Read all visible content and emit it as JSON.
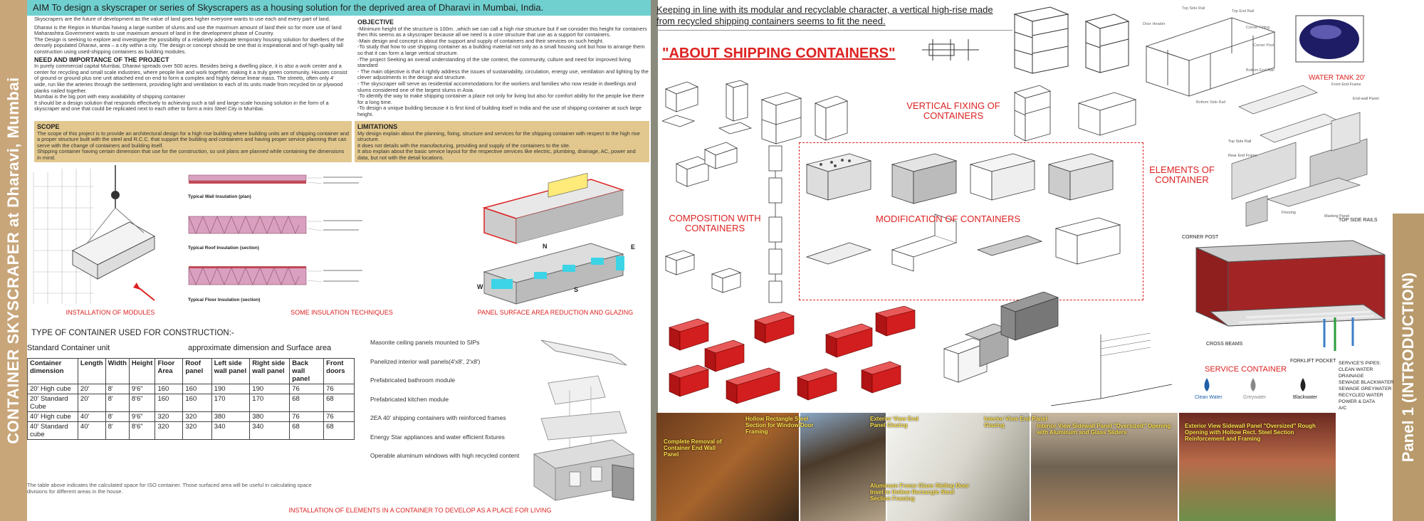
{
  "side": {
    "left_title": "CONTAINER SKYSCRAPER at Dharavi, Mumbai",
    "right_title": "Panel 1 (INTRODUCTION)"
  },
  "aim": "AIM  To design a skyscraper or series of Skyscrapers as a housing solution for the deprived area of Dharavi in Mumbai, India.",
  "intro": {
    "p1": "Skyscrapers are the future of development as the value of land goes higher everyone wants to use each and every part of land.",
    "p2": "Dharavi is the Region in Mumbai having a large number of slums and use the maximum amount of land their so for more use of land Maharashtra Government wants to use maximum amount of land in the development phase of Country.",
    "p3": "The Design is seeking to explore and investigate the possibility of a relatively adequate temporary housing solution for dwellers of the densely populated Dharavi, area – a city within a city.  The design or concept should be one that is inspirational and of high quality tall construction using used-shipping containers as building modules.",
    "need_title": "NEED AND IMPORTANCE OF THE PROJECT",
    "need": "In purely commercial capital Mumbai, Dharavi spreads over 500 acres. Besides being a dwelling place, it is also a work center and a center for recycling and small scale industries, where people live and work together, making it a truly green community. Houses consist of ground or ground plus one unit attached end on end to form a complex and highly dense linear mass. The streets, often only 4' wide, run like the arteries through the settlement, providing light and ventilation to each of its units made from recycled tin or plywood planks nailed together.",
    "need2": "Mumbai is the big port with easy availability of shipping container",
    "need3": "It should be a design solution that responds effectively to achieving such a tall and large-scale housing solution in the form of a skyscraper and one that could be replicated next to each other to form a mini Steel City in Mumbai."
  },
  "objective": {
    "title": "OBJECTIVE",
    "items": [
      "-Minimum height of the structure is 100m. ,which we can call a high rise structure but if we consider this height for containers then this seems as a skyscraper because  all we need is a core structure that use as a support for containers.",
      "-Main design and concept is about the support and supply of containers and their services on such height.",
      "-To study that how to use shipping container as a building material not only as a small housing unit but how to arrange them so that it can form a large vertical structure.",
      "-The project Seeking an overall understanding of the site context, the community, culture and need for improved living standard",
      "- The main objective is that it rightly address the issues of sustainability, circulation, energy use, ventilation and lighting by the clever adjustments in the design and structure.",
      "- The skyscraper will serve as residential accommodations for the workers and families who now reside in dwellings and slums considered one of the largest slums in Asia.",
      "-To identify the way to make shipping container a place not only for living but also for comfort ability for the people live there for a long time.",
      "-To design a unique building because it is first kind of building itself in India and the use of shipping container at such large height."
    ]
  },
  "scope": {
    "title": "SCOPE",
    "text": "The scope of this project is to provide an architectural design for a high rise building where building units are of shipping container and a proper structure built with the steel and R.C.C. that support the building and containers and having proper service planning that can serve with the change of containers and building itself.",
    "text2": "Shipping container having certain dimension that use for the construction, so unit plans are planned while containing the dimensions in mind."
  },
  "limitations": {
    "title": "LIMITATIONS",
    "text": "My design explain about the planning, fixing, structure and services for the shipping container with respect to the high rise structure.",
    "text2": "It does not details with the manufacturing, providing and supply of the containers to the site.",
    "text3": "It also explain about the basic service layout for the respective services like electric, plumbing, drainage, AC, power and data, but not with the detail locations."
  },
  "captions": {
    "modules": "INSTALLATION OF MODULES",
    "insulation": "SOME INSULATION TECHNIQUES",
    "panel": "PANEL SURFACE AREA REDUCTION AND GLAZING",
    "living": "INSTALLATION OF ELEMENTS IN A CONTAINER TO DEVELOP AS A PLACE FOR LIVING"
  },
  "insulation_labels": [
    "Typical Wall Insulation (plan)",
    "Typical Roof Insulation (section)",
    "Typical Floor Insulation (section)"
  ],
  "panel_labels": {
    "n": "N",
    "s": "S",
    "e": "E",
    "w": "W"
  },
  "container_types": {
    "title": "TYPE OF CONTAINER USED FOR CONSTRUCTION:-",
    "sub_left": "Standard Container unit",
    "sub_right": "approximate dimension and Surface area",
    "headers": [
      "Container dimension",
      "Length",
      "Width",
      "Height",
      "Floor Area",
      "Roof panel",
      "Left side wall panel",
      "Right side wall panel",
      "Back wall panel",
      "Front doors"
    ],
    "rows": [
      [
        "20' High cube",
        "20'",
        "8'",
        "9'6\"",
        "160",
        "160",
        "190",
        "190",
        "76",
        "76"
      ],
      [
        "20' Standard Cube",
        "20'",
        "8'",
        "8'6\"",
        "160",
        "160",
        "170",
        "170",
        "68",
        "68"
      ],
      [
        "40' High cube",
        "40'",
        "8'",
        "9'6\"",
        "320",
        "320",
        "380",
        "380",
        "76",
        "76"
      ],
      [
        "40' Standard cube",
        "40'",
        "8'",
        "8'6\"",
        "320",
        "320",
        "340",
        "340",
        "68",
        "68"
      ]
    ],
    "note": "The table above indicates the calculated space for ISO container. Those surfaced area will be useful in calculating space divisions for different areas in the house."
  },
  "elements_list": [
    "Masonite ceiling panels mounted to SIPs",
    "Panelized interior wall panels(4'x8', 2'x8')",
    "Prefabricated bathroom module",
    "Prefabricated kitchen module",
    "2EA 40' shipping containers with reinforced frames",
    "Energy Star appliances and water efficient fixtures",
    "Operable aluminum windows with high recycled content"
  ],
  "right": {
    "quote": "Keeping in line with its modular and recyclable character, a vertical high-rise made from recycled shipping containers seems to fit the need.",
    "about": "\"ABOUT SHIPPING CONTAINERS\"",
    "vertical_fixing": "VERTICAL FIXING OF CONTAINERS",
    "composition": "COMPOSITION WITH CONTAINERS",
    "modification": "MODIFICATION OF CONTAINERS",
    "elements": "ELEMENTS OF CONTAINER",
    "water_tank": "WATER TANK 20'",
    "service": "SERVICE CONTAINER",
    "corner_post": "CORNER POST",
    "top_side_rails": "TOP SIDE RAILS",
    "cross_beams": "CROSS BEAMS",
    "forklift": "FORKLIFT POCKET",
    "service_pipes_title": "SERVICE'S PIPES:",
    "service_pipes": [
      "CLEAN WATER",
      "DRAINAGE",
      "SEWAGE BLACKWATER",
      "SEWAGE GREYWATER",
      "RECYCLED WATER",
      "POWER & DATA",
      "A/C"
    ],
    "water_labels": [
      "Clean Water",
      "Greywater",
      "Blackwater"
    ]
  },
  "photo_captions": [
    "Complete Removal of Container End Wall Panel",
    "Hollow Rectangle Steel Section for Window/Door Framing",
    "Exterior View End Panel Glazing",
    "Aluminum Frame Glass Sliding Door Inset in Hollow Rectangle Steel Section Framing",
    "Interior View End Panel Glazing",
    "Interior View Sidewall Panel \"Oversized\" Opening with Aluminum and Glass Sliders",
    "Exterior View Sidewall Panel \"Oversized\" Rough Opening with Hollow Rect. Steel Section Reinforcement and Framing"
  ],
  "colors": {
    "accent_red": "#d22222",
    "aim_bar": "#6fd0cf",
    "tan": "#e2c88e",
    "strip": "#c8a67a"
  }
}
